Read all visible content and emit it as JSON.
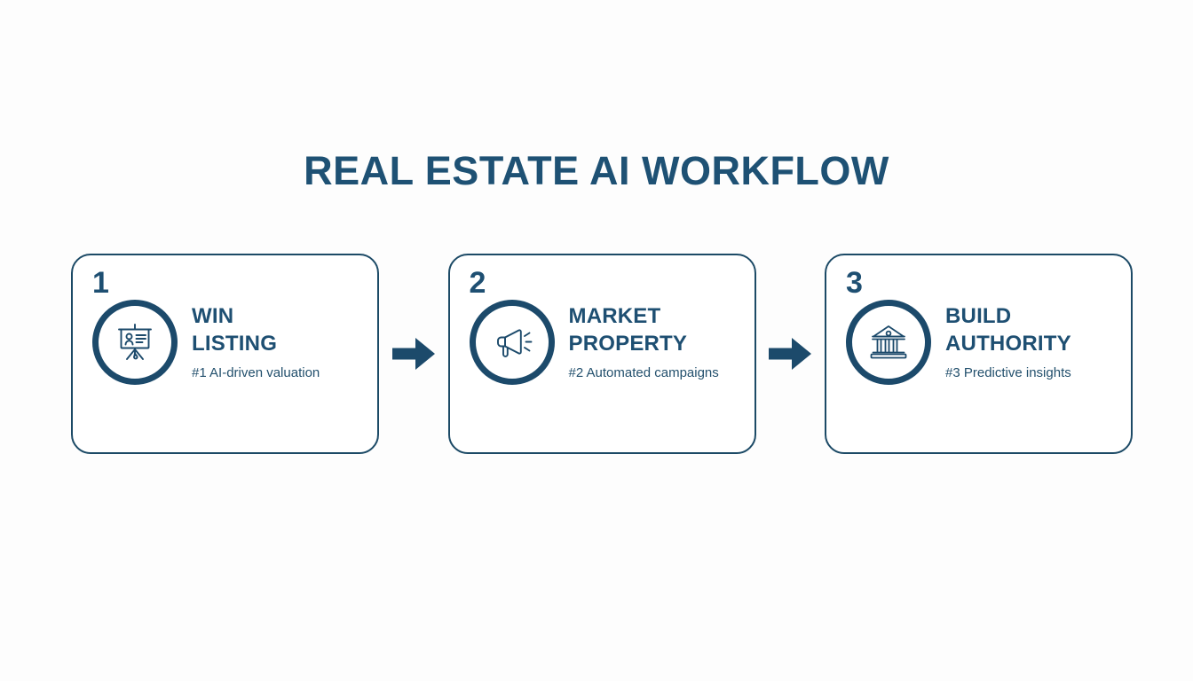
{
  "page": {
    "title": "REAL ESTATE AI WORKFLOW",
    "background_color": "#fdfdfd",
    "accent_color": "#1e4f72",
    "border_color": "#1c4a66"
  },
  "steps": [
    {
      "number": "1",
      "heading": "WIN\nLISTING",
      "subtitle": "#1 AI-driven valuation",
      "icon": "presentation-board-icon"
    },
    {
      "number": "2",
      "heading": "MARKET\nPROPERTY",
      "subtitle": "#2 Automated campaigns",
      "icon": "megaphone-icon"
    },
    {
      "number": "3",
      "heading": "BUILD\nAUTHORITY",
      "subtitle": "#3 Predictive insights",
      "icon": "bank-building-icon"
    }
  ],
  "connectors": [
    {
      "icon": "arrow-right-icon"
    },
    {
      "icon": "arrow-right-icon"
    }
  ]
}
